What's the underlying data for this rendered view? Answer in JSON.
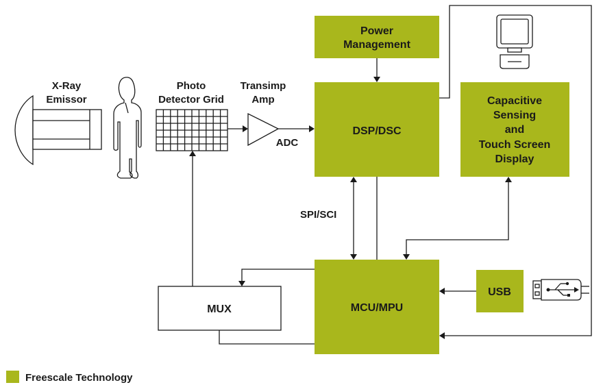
{
  "blocks": {
    "power_management": [
      "Power",
      "Management"
    ],
    "dsp": [
      "DSP/DSC"
    ],
    "capacitive": [
      "Capacitive",
      "Sensing",
      "and",
      "Touch Screen",
      "Display"
    ],
    "mcu": [
      "MCU/MPU"
    ],
    "usb": [
      "USB"
    ],
    "mux": [
      "MUX"
    ]
  },
  "labels": {
    "xray": [
      "X-Ray",
      "Emissor"
    ],
    "photo": [
      "Photo",
      "Detector Grid"
    ],
    "transimp": [
      "Transimp",
      "Amp"
    ],
    "adc": "ADC",
    "spi": "SPI/SCI"
  },
  "legend": {
    "label": "Freescale Technology",
    "color": "#a9b71c"
  },
  "colors": {
    "freescale_green": "#a9b71c",
    "line": "#1a1a1a"
  }
}
